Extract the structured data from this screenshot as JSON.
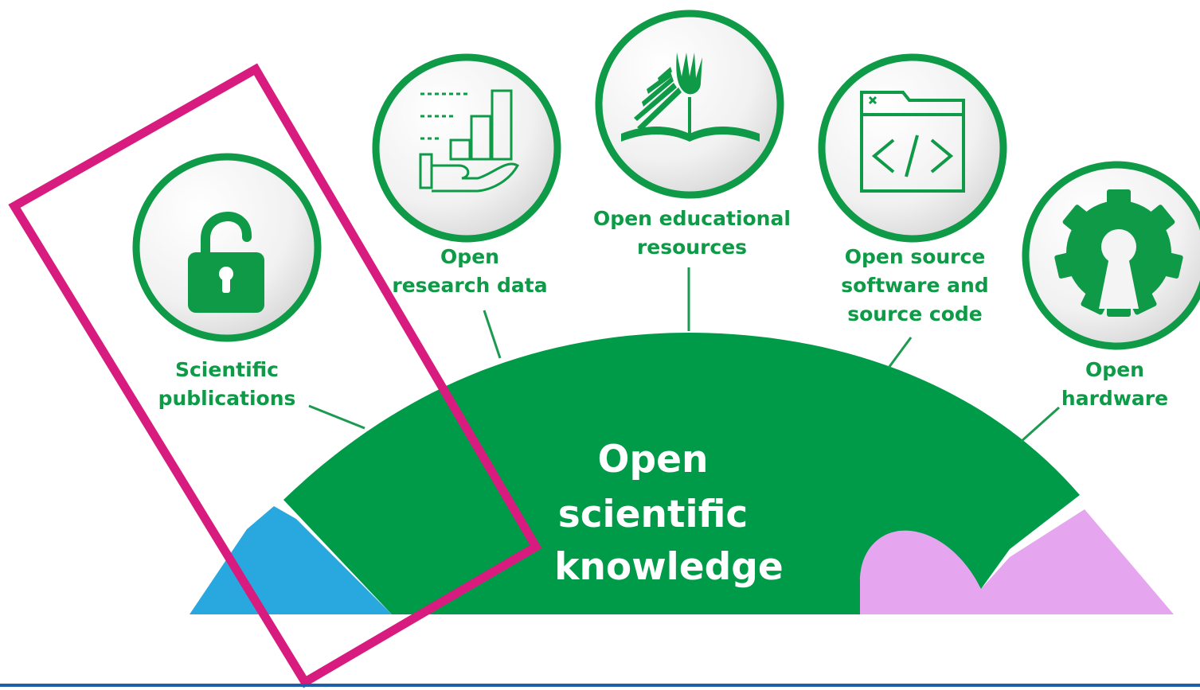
{
  "center": {
    "line1": "Open",
    "line2": "scientific",
    "line3": "knowledge"
  },
  "pillars": [
    {
      "icon": "padlock-open-icon",
      "line1": "Scientific",
      "line2": "publications"
    },
    {
      "icon": "hand-bar-chart-icon",
      "line1": "Open",
      "line2": "research data"
    },
    {
      "icon": "open-book-hand-icon",
      "line1": "Open educational",
      "line2": "resources"
    },
    {
      "icon": "code-window-icon",
      "line1": "Open source",
      "line2": "software and",
      "line3": "source code"
    },
    {
      "icon": "gear-keyhole-icon",
      "line1": "Open",
      "line2": "hardware"
    }
  ],
  "colors": {
    "green": "#009b48",
    "label_green": "#0e9a47",
    "blue": "#29a8e0",
    "lilac": "#e6a5ef",
    "highlight": "#d81b7f",
    "bottom_rule": "#1f5fa8"
  }
}
